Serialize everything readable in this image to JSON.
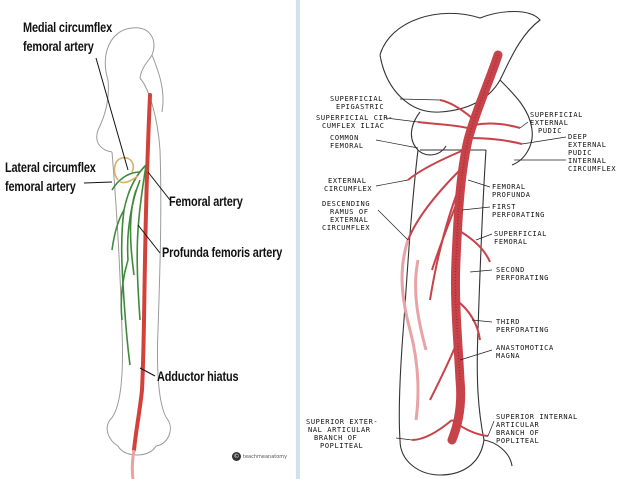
{
  "left_panel": {
    "labels": {
      "medial_circumflex": [
        "Medial circumflex",
        "femoral artery"
      ],
      "lateral_circumflex": [
        "Lateral circumflex",
        "femoral artery"
      ],
      "femoral_artery": "Femoral artery",
      "profunda_femoris": "Profunda femoris artery",
      "adductor_hiatus": "Adductor hiatus"
    },
    "brand": "teachmeanatomy",
    "colors": {
      "artery": "#d2413a",
      "profunda": "#3f8a3a",
      "bone_outline": "#888888"
    }
  },
  "right_panel": {
    "labels": {
      "superficial_epigastric": [
        "SUPERFICIAL",
        "EPIGASTRIC"
      ],
      "superficial_circumflex_iliac": [
        "SUPERFICIAL CIR-",
        "CUMFLEX ILIAC"
      ],
      "common_femoral": [
        "COMMON",
        "FEMORAL"
      ],
      "external_circumflex": [
        "EXTERNAL",
        "CIRCUMFLEX"
      ],
      "descending_ramus": [
        "DESCENDING",
        "RAMUS OF",
        "EXTERNAL",
        "CIRCUMFLEX"
      ],
      "superficial_external_pudic": [
        "SUPERFICIAL",
        "EXTERNAL",
        "PUDIC"
      ],
      "deep_external_pudic": [
        "DEEP",
        "EXTERNAL",
        "PUDIC"
      ],
      "internal_circumflex": [
        "INTERNAL",
        "CIRCUMFLEX"
      ],
      "femoral_profunda": [
        "FEMORAL",
        "PROFUNDA"
      ],
      "first_perforating": [
        "FIRST",
        "PERFORATING"
      ],
      "superficial_femoral": [
        "SUPERFICIAL",
        "FEMORAL"
      ],
      "second_perforating": [
        "SECOND",
        "PERFORATING"
      ],
      "third_perforating": [
        "THIRD",
        "PERFORATING"
      ],
      "anastomotica_magna": [
        "ANASTOMOTICA",
        "MAGNA"
      ],
      "superior_external_articular": [
        "SUPERIOR EXTER-",
        "NAL ARTICULAR",
        "BRANCH OF",
        "POPLITEAL"
      ],
      "superior_internal_articular": [
        "SUPERIOR INTERNAL",
        "ARTICULAR",
        "BRANCH OF",
        "POPLITEAL"
      ]
    },
    "colors": {
      "artery": "#c8424a",
      "artery_light": "#e8a3a6",
      "bone_outline": "#333333"
    }
  }
}
